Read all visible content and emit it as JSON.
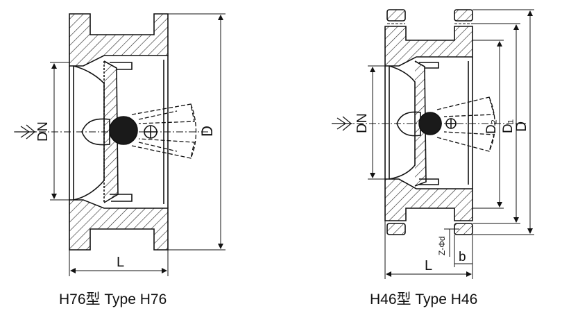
{
  "diagrams": [
    {
      "id": "H76",
      "caption": "H76型 Type H76",
      "labels": {
        "dn": "DN",
        "d": "D",
        "l": "L"
      }
    },
    {
      "id": "H46",
      "caption": "H46型 Type H46",
      "labels": {
        "dn": "DN",
        "d2": "D₂",
        "d1": "D₁",
        "d": "D",
        "l": "L",
        "b": "b",
        "holes": "Z-Φd"
      }
    }
  ],
  "colors": {
    "line": "#111111",
    "ball": "#1a1a1a",
    "hatch": "#222222"
  }
}
